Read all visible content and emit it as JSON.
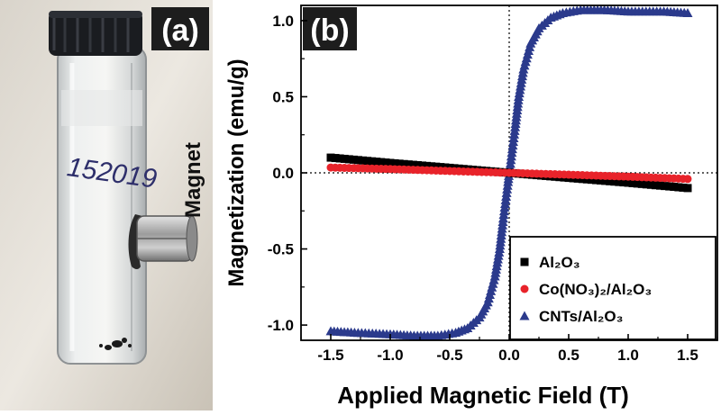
{
  "figure": {
    "panel_a_label": "(a)",
    "panel_b_label": "(b)"
  },
  "photo": {
    "vial_handwriting": "152019",
    "magnet_label": "Magnet"
  },
  "chart_data": {
    "type": "scatter",
    "title": "",
    "xlabel": "Applied Magnetic Field (T)",
    "ylabel": "Magnetization (emu/g)",
    "xlim": [
      -1.75,
      1.75
    ],
    "ylim": [
      -1.1,
      1.1
    ],
    "xticks": [
      -1.5,
      -1.0,
      -0.5,
      0.0,
      0.5,
      1.0,
      1.5
    ],
    "xtick_labels": [
      "-1.5",
      "-1.0",
      "-0.5",
      "0.0",
      "0.5",
      "1.0",
      "1.5"
    ],
    "yticks": [
      -1.0,
      -0.5,
      0.0,
      0.5,
      1.0
    ],
    "ytick_labels": [
      "-1.0",
      "-0.5",
      "0.0",
      "0.5",
      "1.0"
    ],
    "grid": false,
    "reference_lines": [
      "x=0 dotted",
      "y=0 dotted"
    ],
    "legend_position": "bottom-right",
    "series": [
      {
        "name": "Al2O3",
        "legend_label": "Al₂O₃",
        "marker": "square",
        "color": "#000000",
        "x": [
          -1.5,
          -1.0,
          -0.5,
          0.0,
          0.5,
          1.0,
          1.5
        ],
        "y": [
          0.1,
          0.065,
          0.033,
          0.0,
          -0.033,
          -0.065,
          -0.1
        ]
      },
      {
        "name": "Co(NO3)2/Al2O3",
        "legend_label": "Co(NO₃)₂/Al₂O₃",
        "marker": "circle",
        "color": "#e8232a",
        "x": [
          -1.5,
          -1.0,
          -0.5,
          0.0,
          0.5,
          1.0,
          1.5
        ],
        "y": [
          0.035,
          0.025,
          0.012,
          0.0,
          -0.012,
          -0.025,
          -0.04
        ]
      },
      {
        "name": "CNTs/Al2O3",
        "legend_label": "CNTs/Al₂O₃",
        "marker": "triangle",
        "color": "#2b3a8c",
        "x": [
          -1.5,
          -1.3,
          -1.0,
          -0.8,
          -0.6,
          -0.45,
          -0.35,
          -0.25,
          -0.18,
          -0.12,
          -0.08,
          -0.05,
          -0.03,
          -0.01,
          0.0,
          0.01,
          0.03,
          0.05,
          0.08,
          0.12,
          0.18,
          0.25,
          0.35,
          0.45,
          0.6,
          0.8,
          1.0,
          1.3,
          1.5
        ],
        "y": [
          -1.04,
          -1.05,
          -1.06,
          -1.07,
          -1.07,
          -1.05,
          -1.02,
          -0.95,
          -0.85,
          -0.68,
          -0.5,
          -0.3,
          -0.18,
          -0.06,
          0.0,
          0.06,
          0.18,
          0.3,
          0.5,
          0.68,
          0.85,
          0.95,
          1.02,
          1.05,
          1.07,
          1.07,
          1.06,
          1.06,
          1.05
        ]
      }
    ]
  }
}
